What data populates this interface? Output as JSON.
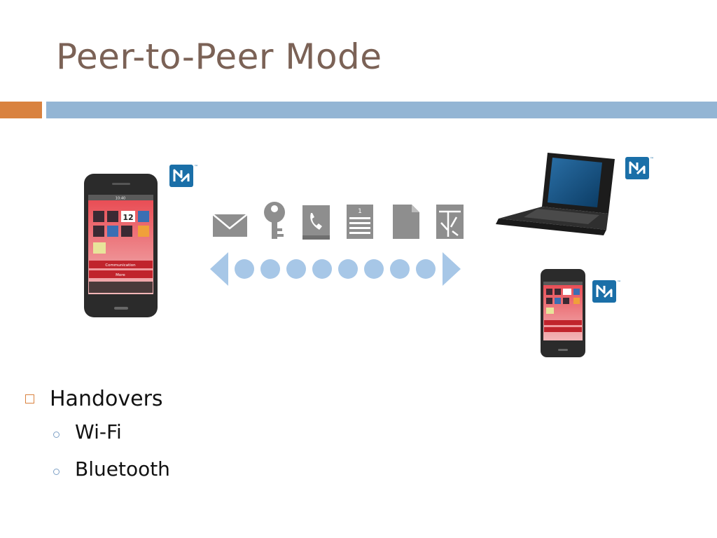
{
  "slide": {
    "title": "Peer-to-Peer Mode"
  },
  "phone": {
    "time": "10:40",
    "calendar_day": "12",
    "menu_communication": "Communication",
    "menu_more": "More"
  },
  "bullets": {
    "main": "Handovers",
    "sub": [
      "Wi-Fi",
      "Bluetooth"
    ]
  },
  "colors": {
    "title": "#7b6256",
    "accent_orange": "#d9823f",
    "accent_blue": "#93b5d4",
    "nfc_blue": "#1a6fa8",
    "icon_gray": "#8e8e8e",
    "arrow_blue": "#a7c7e7"
  },
  "icons": [
    "nfc-logo-icon",
    "envelope-icon",
    "key-icon",
    "phonebook-icon",
    "calendar-icon",
    "document-icon",
    "vcard-icon",
    "double-arrow-icon"
  ]
}
